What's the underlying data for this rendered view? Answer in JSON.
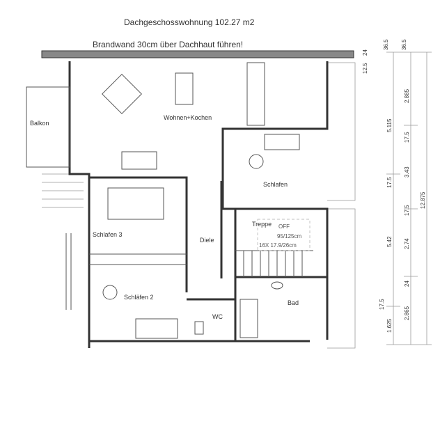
{
  "title": "Dachgeschosswohnung  102.27 m2",
  "firewall_note": "Brandwand 30cm über Dachhaut führen!",
  "rooms": {
    "balkon": "Balkon",
    "wohnen": "Wohnen+Kochen",
    "schlafen": "Schlafen",
    "schlafen3": "Schlafen 3",
    "diele": "Diele",
    "treppe": "Treppe",
    "off": "OFF",
    "opening": "95/125cm",
    "stairs": "16X 17.9/26cm",
    "schlafen2": "Schläfen 2",
    "wc": "WC",
    "bad": "Bad"
  },
  "dimensions": {
    "top_a": "36.5",
    "top_b": "36.5",
    "small_24": "24",
    "small_12_5": "12.5",
    "inner_col": [
      "5.115",
      "17.5",
      "5.42",
      "17.5",
      "1.625"
    ],
    "mid_col": [
      "2.885",
      "17.5",
      "3.43",
      "17.5",
      "2.74",
      "24",
      "2.865"
    ],
    "total": "12.875"
  }
}
